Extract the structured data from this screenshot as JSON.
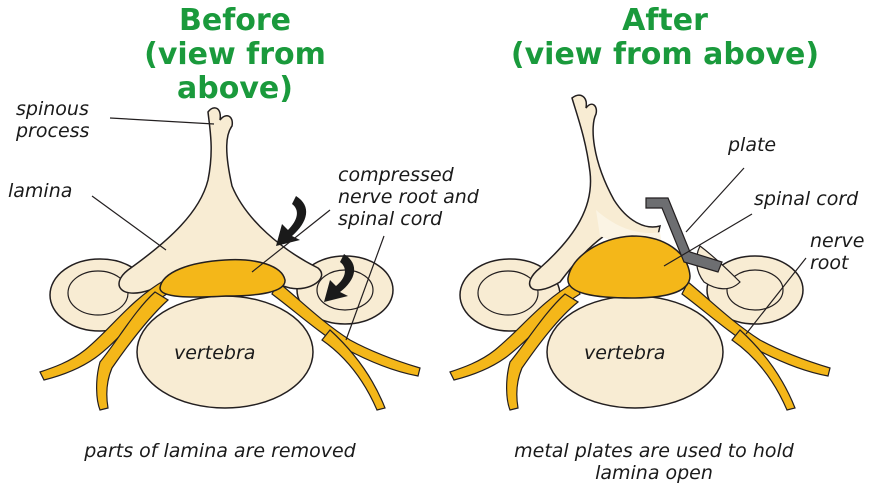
{
  "before": {
    "title_line1": "Before",
    "title_line2": "(view from above)",
    "labels": {
      "spinous_process_1": "spinous",
      "spinous_process_2": "process",
      "lamina": "lamina",
      "compressed_1": "compressed",
      "compressed_2": "nerve root and",
      "compressed_3": "spinal cord",
      "vertebra": "vertebra"
    },
    "caption": "parts of lamina are removed"
  },
  "after": {
    "title_line1": "After",
    "title_line2": "(view from above)",
    "labels": {
      "plate": "plate",
      "spinal_cord": "spinal cord",
      "nerve_1": "nerve",
      "nerve_2": "root",
      "vertebra": "vertebra"
    },
    "caption_line1": "metal plates are used to hold",
    "caption_line2": "lamina open"
  },
  "colors": {
    "heading": "#1a9a3c",
    "bone": "#f8ecd3",
    "nerve": "#f4b719",
    "plate": "#6d6e71",
    "outline": "#231f20"
  }
}
